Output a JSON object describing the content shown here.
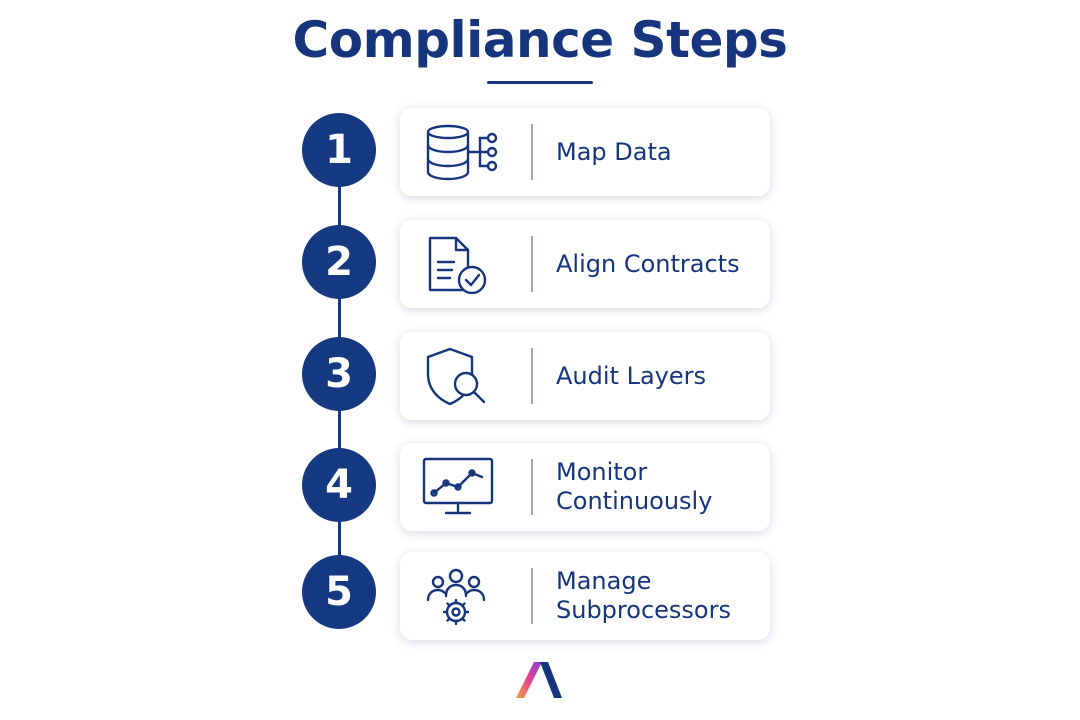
{
  "title": "Compliance Steps",
  "colors": {
    "primary": "#16357d",
    "circle": "#163a82",
    "card_background": "#ffffff",
    "divider": "#9aa9c9"
  },
  "steps": [
    {
      "number": "1",
      "label": "Map Data",
      "icon": "database-network-icon"
    },
    {
      "number": "2",
      "label": "Align Contracts",
      "icon": "document-check-icon"
    },
    {
      "number": "3",
      "label": "Audit Layers",
      "icon": "shield-search-icon"
    },
    {
      "number": "4",
      "label": "Monitor Continuously",
      "icon": "monitor-chart-icon"
    },
    {
      "number": "5",
      "label": "Manage Subprocessors",
      "icon": "team-gear-icon"
    }
  ],
  "logo": "brand-logo"
}
